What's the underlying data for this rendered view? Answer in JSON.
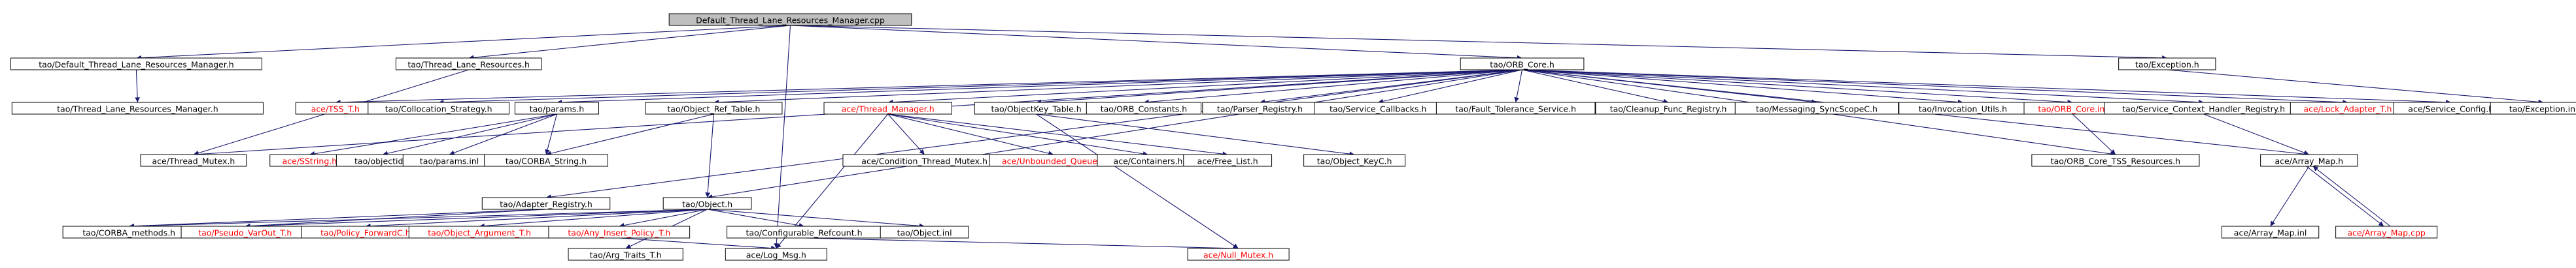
{
  "colors": {
    "edge": "#191970",
    "text": "#000000",
    "missing_text": "#ff0000",
    "root_fill": "#bfbfbf",
    "node_fill": "#ffffff"
  },
  "nodes": [
    {
      "id": "root",
      "label": "Default_Thread_Lane_Resources_Manager.cpp",
      "root": true
    },
    {
      "id": "dtlrm_h",
      "label": "tao/Default_Thread_Lane_Resources_Manager.h"
    },
    {
      "id": "tlr_h",
      "label": "tao/Thread_Lane_Resources.h"
    },
    {
      "id": "orb_core_h",
      "label": "tao/ORB_Core.h"
    },
    {
      "id": "exception_h",
      "label": "tao/Exception.h"
    },
    {
      "id": "tlrm_h",
      "label": "tao/Thread_Lane_Resources_Manager.h"
    },
    {
      "id": "tss_t",
      "label": "ace/TSS_T.h",
      "missing": true
    },
    {
      "id": "collocation",
      "label": "tao/Collocation_Strategy.h"
    },
    {
      "id": "params_h",
      "label": "tao/params.h"
    },
    {
      "id": "obj_ref_table",
      "label": "tao/Object_Ref_Table.h"
    },
    {
      "id": "thread_manager",
      "label": "ace/Thread_Manager.h",
      "missing": true
    },
    {
      "id": "objectkey_table",
      "label": "tao/ObjectKey_Table.h"
    },
    {
      "id": "orb_constants",
      "label": "tao/ORB_Constants.h"
    },
    {
      "id": "parser_registry",
      "label": "tao/Parser_Registry.h"
    },
    {
      "id": "service_callbacks",
      "label": "tao/Service_Callbacks.h"
    },
    {
      "id": "fault_tolerance",
      "label": "tao/Fault_Tolerance_Service.h"
    },
    {
      "id": "cleanup_func",
      "label": "tao/Cleanup_Func_Registry.h"
    },
    {
      "id": "messaging_sync",
      "label": "tao/Messaging_SyncScopeC.h"
    },
    {
      "id": "invocation_utils",
      "label": "tao/Invocation_Utils.h"
    },
    {
      "id": "orb_core_inl",
      "label": "tao/ORB_Core.inl",
      "missing": true
    },
    {
      "id": "svc_ctx_handler",
      "label": "tao/Service_Context_Handler_Registry.h"
    },
    {
      "id": "lock_adapter",
      "label": "ace/Lock_Adapter_T.h",
      "missing": true
    },
    {
      "id": "service_config",
      "label": "ace/Service_Config.h"
    },
    {
      "id": "exception_inl",
      "label": "tao/Exception.inl"
    },
    {
      "id": "thread_mutex",
      "label": "ace/Thread_Mutex.h"
    },
    {
      "id": "sstring",
      "label": "ace/SString.h",
      "missing": true
    },
    {
      "id": "objectid",
      "label": "tao/objectid.h"
    },
    {
      "id": "params_inl",
      "label": "tao/params.inl"
    },
    {
      "id": "corba_string",
      "label": "tao/CORBA_String.h"
    },
    {
      "id": "cond_thread_mutex",
      "label": "ace/Condition_Thread_Mutex.h"
    },
    {
      "id": "unbounded_queue",
      "label": "ace/Unbounded_Queue.h",
      "missing": true
    },
    {
      "id": "containers",
      "label": "ace/Containers.h"
    },
    {
      "id": "free_list",
      "label": "ace/Free_List.h"
    },
    {
      "id": "object_keyc",
      "label": "tao/Object_KeyC.h"
    },
    {
      "id": "orb_core_tss",
      "label": "tao/ORB_Core_TSS_Resources.h"
    },
    {
      "id": "array_map_h",
      "label": "ace/Array_Map.h"
    },
    {
      "id": "adapter_registry",
      "label": "tao/Adapter_Registry.h"
    },
    {
      "id": "object_h",
      "label": "tao/Object.h"
    },
    {
      "id": "corba_methods",
      "label": "tao/CORBA_methods.h"
    },
    {
      "id": "pseudo_var_out",
      "label": "tao/Pseudo_VarOut_T.h",
      "missing": true
    },
    {
      "id": "policy_forward",
      "label": "tao/Policy_ForwardC.h",
      "missing": true
    },
    {
      "id": "object_argument",
      "label": "tao/Object_Argument_T.h",
      "missing": true
    },
    {
      "id": "any_insert_policy",
      "label": "tao/Any_Insert_Policy_T.h",
      "missing": true
    },
    {
      "id": "configurable_refcount",
      "label": "tao/Configurable_Refcount.h"
    },
    {
      "id": "object_inl",
      "label": "tao/Object.inl"
    },
    {
      "id": "array_map_inl",
      "label": "ace/Array_Map.inl"
    },
    {
      "id": "array_map_cpp",
      "label": "ace/Array_Map.cpp",
      "missing": true
    },
    {
      "id": "arg_traits",
      "label": "tao/Arg_Traits_T.h"
    },
    {
      "id": "log_msg",
      "label": "ace/Log_Msg.h"
    },
    {
      "id": "null_mutex",
      "label": "ace/Null_Mutex.h",
      "missing": true
    }
  ],
  "edges": [
    [
      "root",
      "dtlrm_h"
    ],
    [
      "root",
      "tlr_h"
    ],
    [
      "root",
      "orb_core_h"
    ],
    [
      "root",
      "exception_h"
    ],
    [
      "root",
      "log_msg"
    ],
    [
      "dtlrm_h",
      "tlrm_h"
    ],
    [
      "tlr_h",
      "thread_mutex"
    ],
    [
      "orb_core_h",
      "tss_t"
    ],
    [
      "orb_core_h",
      "collocation"
    ],
    [
      "orb_core_h",
      "params_h"
    ],
    [
      "orb_core_h",
      "obj_ref_table"
    ],
    [
      "orb_core_h",
      "thread_manager"
    ],
    [
      "orb_core_h",
      "objectkey_table"
    ],
    [
      "orb_core_h",
      "orb_constants"
    ],
    [
      "orb_core_h",
      "parser_registry"
    ],
    [
      "orb_core_h",
      "service_callbacks"
    ],
    [
      "orb_core_h",
      "fault_tolerance"
    ],
    [
      "orb_core_h",
      "cleanup_func"
    ],
    [
      "orb_core_h",
      "messaging_sync"
    ],
    [
      "orb_core_h",
      "invocation_utils"
    ],
    [
      "orb_core_h",
      "orb_core_inl"
    ],
    [
      "orb_core_h",
      "svc_ctx_handler"
    ],
    [
      "orb_core_h",
      "lock_adapter"
    ],
    [
      "orb_core_h",
      "service_config"
    ],
    [
      "orb_core_h",
      "adapter_registry"
    ],
    [
      "orb_core_h",
      "object_h"
    ],
    [
      "orb_core_h",
      "orb_core_tss"
    ],
    [
      "orb_core_h",
      "thread_mutex"
    ],
    [
      "orb_core_h",
      "array_map_h"
    ],
    [
      "exception_h",
      "exception_inl"
    ],
    [
      "params_h",
      "sstring"
    ],
    [
      "params_h",
      "objectid"
    ],
    [
      "params_h",
      "params_inl"
    ],
    [
      "params_h",
      "corba_string"
    ],
    [
      "obj_ref_table",
      "corba_string"
    ],
    [
      "obj_ref_table",
      "object_h"
    ],
    [
      "thread_manager",
      "cond_thread_mutex"
    ],
    [
      "thread_manager",
      "unbounded_queue"
    ],
    [
      "thread_manager",
      "containers"
    ],
    [
      "thread_manager",
      "free_list"
    ],
    [
      "thread_manager",
      "log_msg"
    ],
    [
      "objectkey_table",
      "object_keyc"
    ],
    [
      "objectkey_table",
      "null_mutex"
    ],
    [
      "orb_core_inl",
      "orb_core_tss"
    ],
    [
      "svc_ctx_handler",
      "array_map_h"
    ],
    [
      "array_map_h",
      "array_map_inl"
    ],
    [
      "array_map_h",
      "array_map_cpp"
    ],
    [
      "array_map_cpp",
      "array_map_h"
    ],
    [
      "adapter_registry",
      "corba_methods"
    ],
    [
      "adapter_registry",
      "pseudo_var_out"
    ],
    [
      "object_h",
      "corba_methods"
    ],
    [
      "object_h",
      "pseudo_var_out"
    ],
    [
      "object_h",
      "policy_forward"
    ],
    [
      "object_h",
      "object_argument"
    ],
    [
      "object_h",
      "any_insert_policy"
    ],
    [
      "object_h",
      "configurable_refcount"
    ],
    [
      "object_h",
      "object_inl"
    ],
    [
      "object_h",
      "arg_traits"
    ],
    [
      "any_insert_policy",
      "log_msg"
    ],
    [
      "configurable_refcount",
      "null_mutex"
    ]
  ]
}
